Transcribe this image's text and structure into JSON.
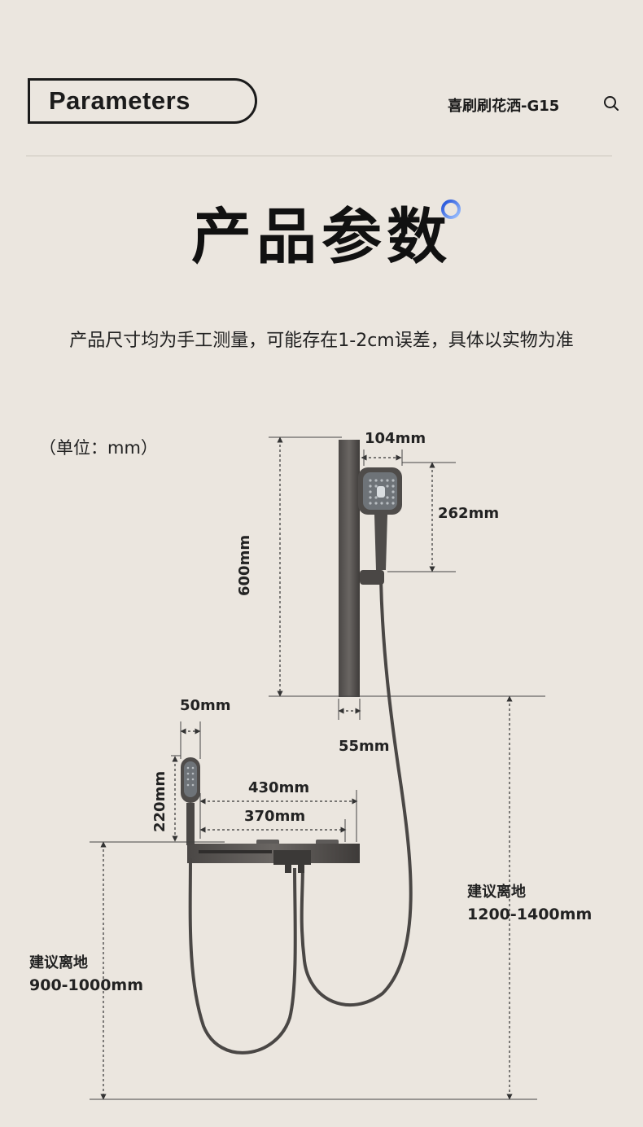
{
  "header": {
    "badge_label": "Parameters",
    "product_name": "喜刷刷花洒-G15"
  },
  "title": "产品参数",
  "subtitle": "产品尺寸均为手工测量，可能存在1-2cm误差，具体以实物为准",
  "unit_label": "（单位：mm）",
  "dimensions": {
    "headshower_width": "104mm",
    "headshower_height": "262mm",
    "bar_height": "600mm",
    "bar_depth": "55mm",
    "handshower_width": "50mm",
    "handshower_height": "220mm",
    "mixer_total": "430mm",
    "mixer_shelf": "370mm"
  },
  "notes": {
    "top_label": "建议离地",
    "top_value": "1200-1400mm",
    "bottom_label": "建议离地",
    "bottom_value": "900-1000mm"
  },
  "colors": {
    "background": "#ebe6df",
    "metal": "#5a5755",
    "accent_ring": "#3d6fe0"
  }
}
